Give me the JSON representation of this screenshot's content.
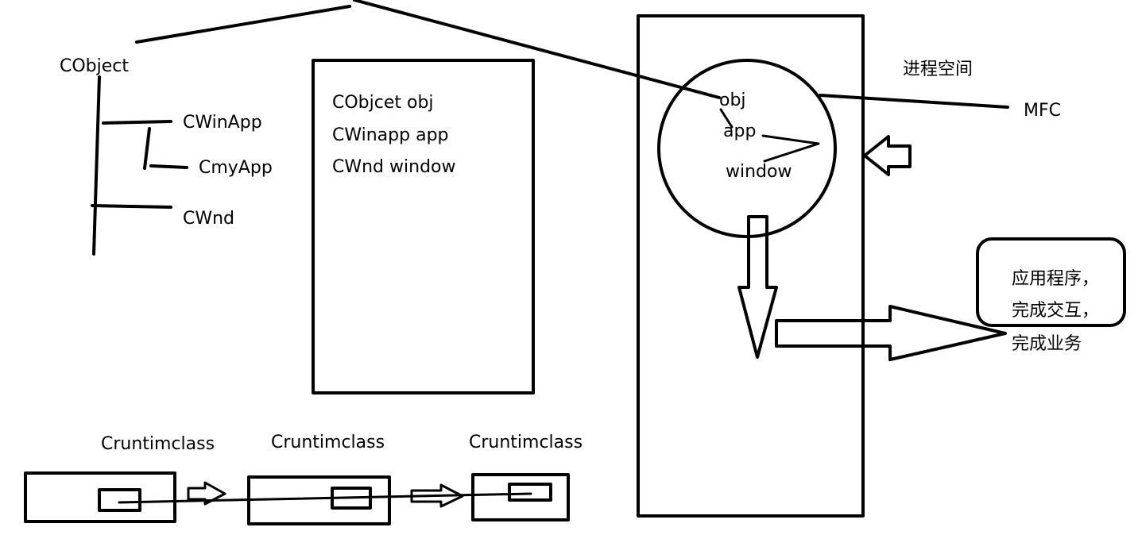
{
  "hierarchy": {
    "root": "CObject",
    "cwinapp": "CWinApp",
    "cmyapp": "CmyApp",
    "cwnd": "CWnd"
  },
  "code_box": {
    "lines": [
      "CObjcet obj",
      "CWinapp app",
      "CWnd window"
    ]
  },
  "process": {
    "label": "进程空间",
    "objects": [
      "obj",
      "app",
      "window"
    ],
    "mfc_label": "MFC"
  },
  "app_box": {
    "lines": [
      "应用程序，",
      "完成交互，",
      "完成业务"
    ]
  },
  "runtime_chain": {
    "labels": [
      "Cruntimclass",
      "Cruntimclass",
      "Cruntimclass"
    ]
  }
}
